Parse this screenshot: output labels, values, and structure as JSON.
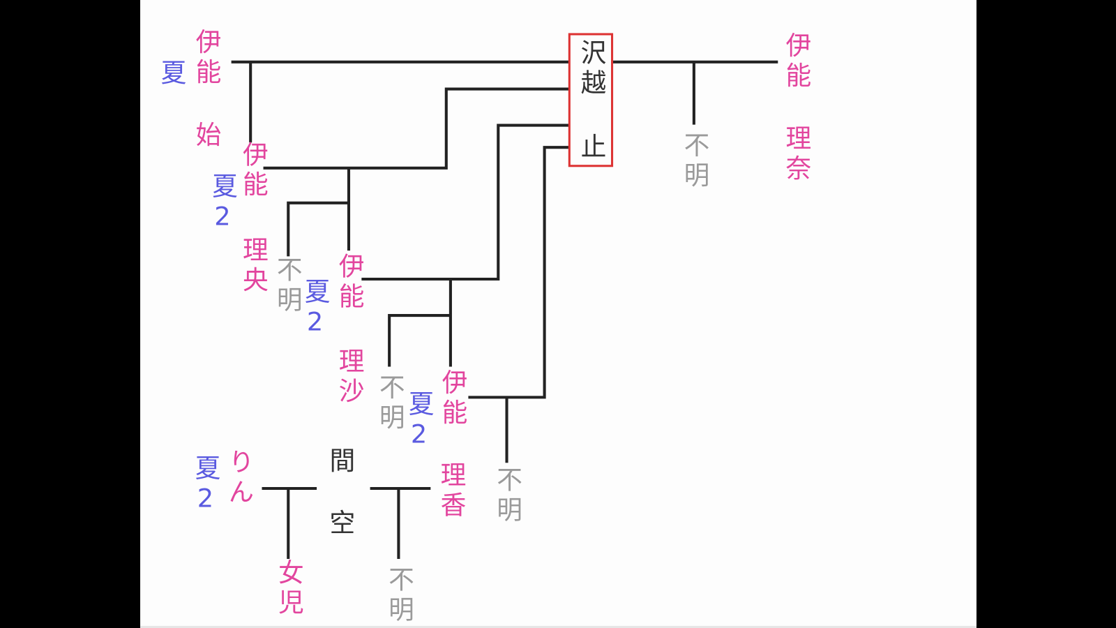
{
  "colors": {
    "female": "#e2459e",
    "male": "#5a5ae0",
    "unknown": "#9a9a9a",
    "line": "#222222",
    "highlight": "#dd3333"
  },
  "nodes": {
    "ino_top_left": "伊能",
    "hajime": "始",
    "natsu_top": "夏",
    "sawagoe_family": "沢越",
    "sawagoe_given": "止",
    "ino_top_right": "伊能",
    "rina": "理奈",
    "unknown_top": "不明",
    "ino_gen2": "伊能",
    "natsu2_gen2": "夏2",
    "rio": "理央",
    "unknown_gen2": "不明",
    "natsu2_gen3": "夏2",
    "ino_gen3": "伊能",
    "risa": "理沙",
    "unknown_gen3": "不明",
    "natsu2_gen4": "夏2",
    "ino_gen4": "伊能",
    "unknown_gen4": "不明",
    "natsu2_rin": "夏2",
    "rin": "りん",
    "hazama": "間",
    "sora": "空",
    "rika": "理香",
    "jouji": "女児",
    "unknown_bottom": "不明"
  }
}
